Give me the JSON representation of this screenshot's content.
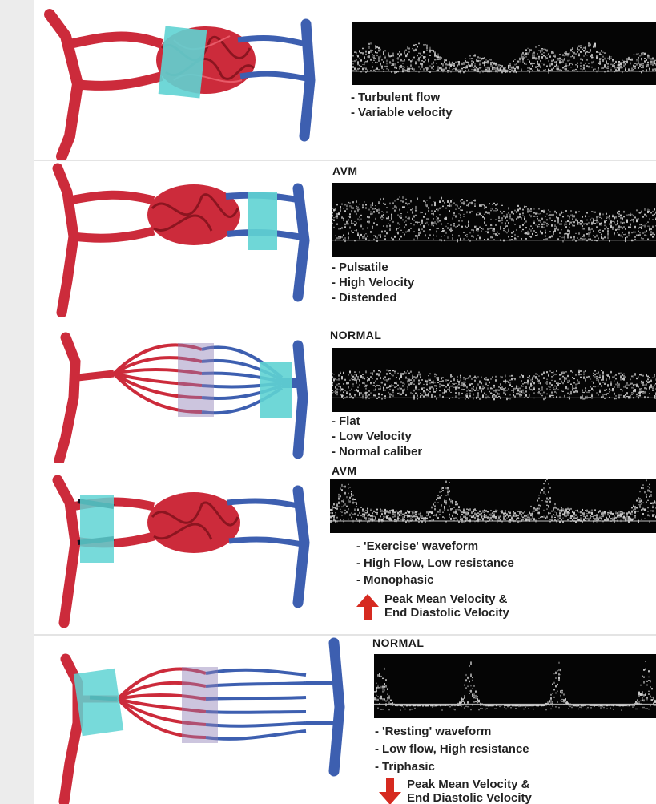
{
  "panels": [
    {
      "id": "p1",
      "title": "",
      "bullets": [
        "Turbulent flow",
        "Variable velocity"
      ]
    },
    {
      "id": "p2",
      "title": "AVM",
      "bullets": [
        "Pulsatile",
        "High Velocity",
        "Distended"
      ]
    },
    {
      "id": "p3",
      "title": "NORMAL",
      "bullets": [
        "Flat",
        "Low Velocity",
        "Normal caliber"
      ]
    },
    {
      "id": "p4",
      "title": "AVM",
      "bullets": [
        "'Exercise' waveform",
        "High Flow, Low resistance",
        "Monophasic"
      ],
      "arrow_direction": "up",
      "arrow_text": "Peak Mean Velocity &\nEnd Diastolic Velocity"
    },
    {
      "id": "p5",
      "title": "NORMAL",
      "bullets": [
        "'Resting' waveform",
        "Low flow, High resistance",
        "Triphasic"
      ],
      "arrow_direction": "down",
      "arrow_text": "Peak Mean Velocity &\nEnd Diastolic Velocity"
    }
  ],
  "colors": {
    "artery": "#cc2b3b",
    "vein": "#3d5fb0",
    "probe": "#5fd3d3",
    "arrow": "#d62a20",
    "spectrum_bg": "#050505",
    "spectrum_signal": "#d0d0d0"
  }
}
